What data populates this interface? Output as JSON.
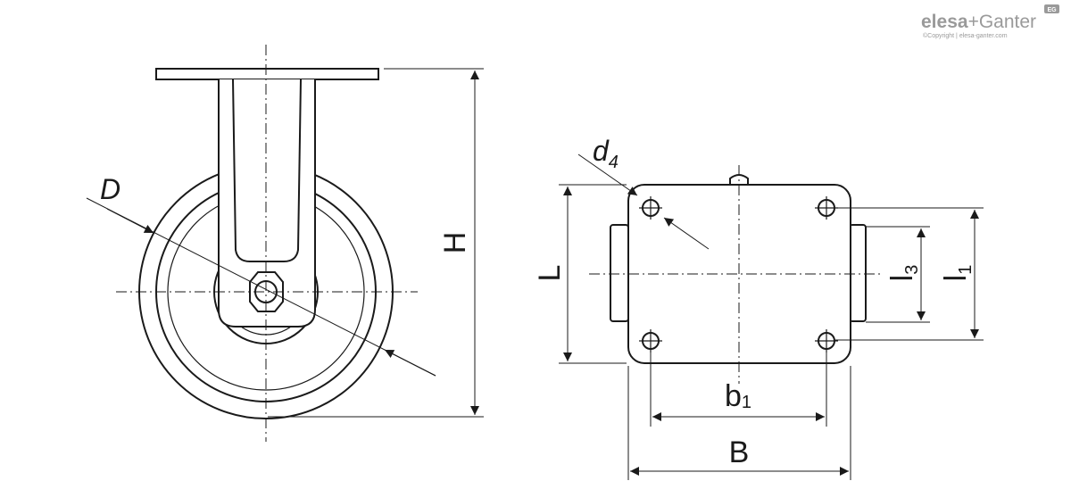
{
  "logo": {
    "brand_left": "elesa",
    "brand_plus": "+",
    "brand_right": "Ganter",
    "badge": "EG",
    "copyright": "©Copyright | elesa-ganter.com"
  },
  "dimensions": {
    "D": "D",
    "H": "H",
    "d4": {
      "main": "d",
      "sub": "4"
    },
    "L": "L",
    "l3": {
      "main": "l",
      "sub": "3"
    },
    "l1": {
      "main": "l",
      "sub": "1"
    },
    "b1": {
      "main": "b",
      "sub": "1"
    },
    "B": "B"
  }
}
